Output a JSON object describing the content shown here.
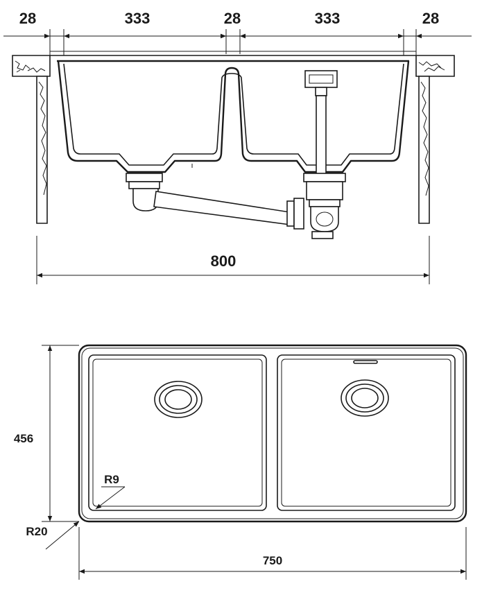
{
  "section_view": {
    "dims_top": {
      "left_counter_overhang": "28",
      "left_bowl_width": "333",
      "divider_width": "28",
      "right_bowl_width": "333",
      "right_counter_overhang": "28"
    },
    "overall_cutout_width": "800"
  },
  "plan_view": {
    "depth": "456",
    "inner_corner_radius": "R9",
    "outer_corner_radius": "R20",
    "overall_width": "750"
  },
  "icons": {
    "arrow": "arrowhead-icon",
    "drain": "drain-icon",
    "overflow": "overflow-icon"
  }
}
